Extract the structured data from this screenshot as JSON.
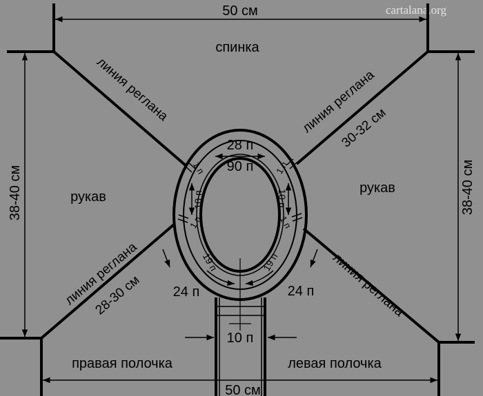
{
  "watermark": "cartalana.org",
  "labels": {
    "top_width": "50 см",
    "bottom_width": "50 см",
    "left_height": "38-40 см",
    "right_height": "38-40 см",
    "back": "спинка",
    "sleeve_left": "рукав",
    "sleeve_right": "рукав",
    "front_right": "правая полочка",
    "front_left": "левая полочка",
    "raglan_top_left": "линия реглана",
    "raglan_top_right": "линия реглана",
    "raglan_top_right_len": "30-32 см",
    "raglan_bottom_left": "линия реглана",
    "raglan_bottom_left_len": "28-30 см",
    "raglan_bottom_right": "линия реглана"
  },
  "stitches": {
    "back": "28 п",
    "total": "90 п",
    "one_tl": "1 п",
    "one_tr": "1 п",
    "one_ml": "1 п",
    "one_mr": "1 п",
    "sleeve_left": "10 п",
    "sleeve_right": "10 п",
    "front_left_inner": "19 п",
    "front_right_inner": "19 п",
    "front_left_outer": "24 п",
    "front_right_outer": "24 п",
    "placket": "10 п"
  }
}
